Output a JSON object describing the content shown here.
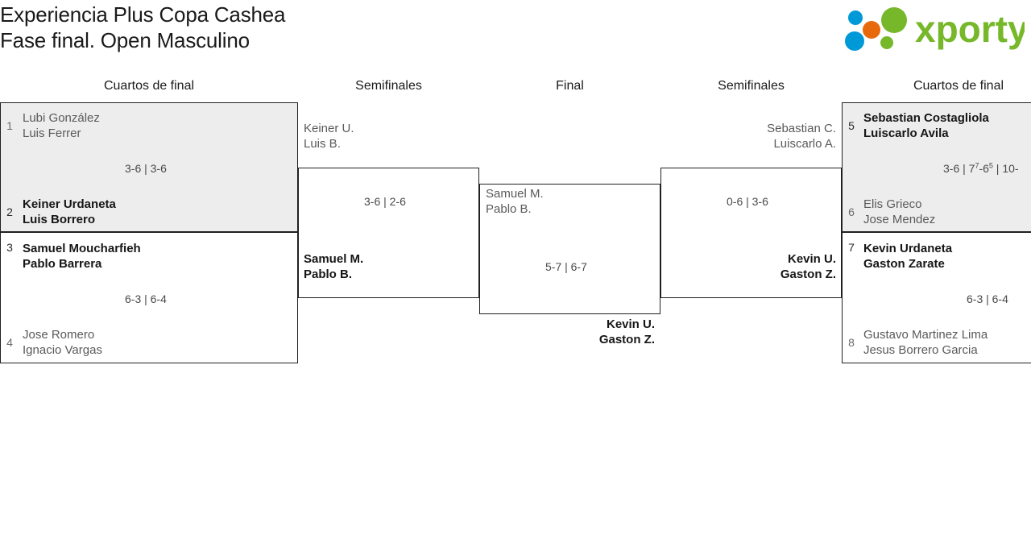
{
  "header": {
    "title_line1": "Experiencia Plus Copa Cashea",
    "title_line2": "Fase final. Open Masculino",
    "logo_text": "xporty"
  },
  "rounds": [
    {
      "label": "Cuartos de final"
    },
    {
      "label": "Semifinales"
    },
    {
      "label": "Final"
    },
    {
      "label": "Semifinales"
    },
    {
      "label": "Cuartos de final"
    }
  ],
  "matches": {
    "qf1": {
      "score": "3-6 | 3-6",
      "top": {
        "seed": "1",
        "line1": "Lubi González",
        "line2": "Luis Ferrer"
      },
      "bottom": {
        "seed": "2",
        "line1": "Keiner Urdaneta",
        "line2": "Luis Borrero"
      }
    },
    "qf2": {
      "score": "6-3 | 6-4",
      "top": {
        "seed": "3",
        "line1": "Samuel Moucharfieh",
        "line2": "Pablo Barrera"
      },
      "bottom": {
        "seed": "4",
        "line1": "Jose Romero",
        "line2": "Ignacio Vargas"
      }
    },
    "sf_left": {
      "score": "3-6 | 2-6",
      "top": {
        "line1": "Keiner U.",
        "line2": "Luis B."
      },
      "bottom": {
        "line1": "Samuel M.",
        "line2": "Pablo B."
      }
    },
    "final": {
      "score": "5-7 | 6-7",
      "top": {
        "line1": "Samuel M.",
        "line2": "Pablo B."
      },
      "bottom": {
        "line1": "Kevin U.",
        "line2": "Gaston Z."
      }
    },
    "sf_right": {
      "score": "0-6 | 3-6",
      "top": {
        "line1": "Sebastian C.",
        "line2": "Luiscarlo A."
      },
      "bottom": {
        "line1": "Kevin U.",
        "line2": "Gaston Z."
      }
    },
    "qf3": {
      "score_part1": "3-6 | 7",
      "score_sup1": "7",
      "score_part2": "-6",
      "score_sup2": "5",
      "score_part3": " | 10-",
      "top": {
        "seed": "5",
        "line1": "Sebastian Costagliola",
        "line2": "Luiscarlo Avila"
      },
      "bottom": {
        "seed": "6",
        "line1": "Elis Grieco",
        "line2": "Jose Mendez"
      }
    },
    "qf4": {
      "score": "6-3 | 6-4",
      "top": {
        "seed": "7",
        "line1": "Kevin Urdaneta",
        "line2": "Gaston Zarate"
      },
      "bottom": {
        "seed": "8",
        "line1": "Gustavo Martinez Lima",
        "line2": "Jesus Borrero Garcia"
      }
    }
  },
  "colors": {
    "logo_green": "#76b82a",
    "logo_blue": "#0099d8",
    "logo_orange": "#e8690b",
    "box_border": "#231f20",
    "box_grey": "#ededed"
  }
}
